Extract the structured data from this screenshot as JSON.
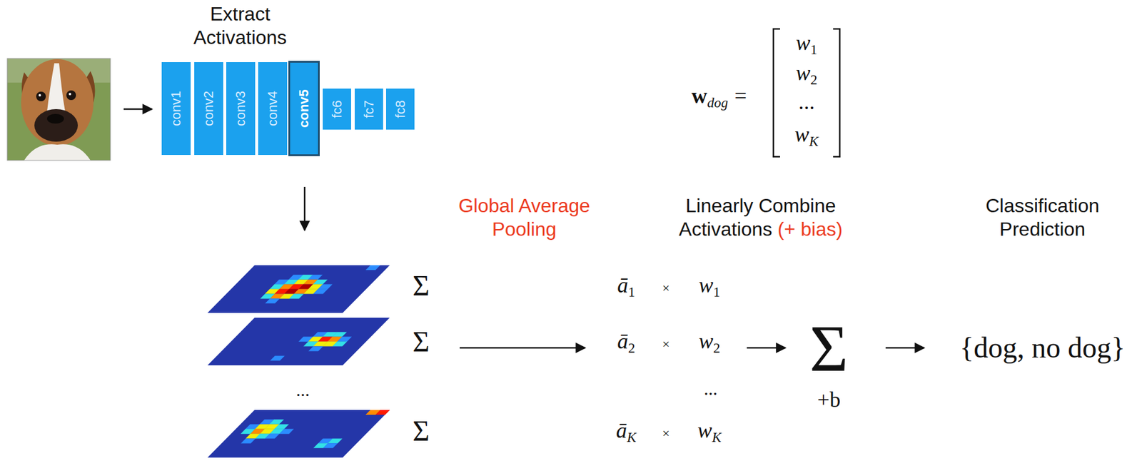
{
  "diagram": {
    "nodes": [
      {
        "text": [
          "conv1"
        ]
      },
      {
        "text": [
          "conv2"
        ]
      },
      {
        "text": [
          "conv3"
        ]
      },
      {
        "text": [
          "conv4"
        ]
      },
      {
        "text": [
          "conv5"
        ]
      },
      {
        "text": [
          "fc6"
        ]
      },
      {
        "text": [
          "fc7"
        ]
      },
      {
        "text": [
          "fc8"
        ]
      }
    ],
    "labels": [
      "Extract Activations",
      "Global Average Pooling",
      "Linearly Combine Activations",
      "(+ bias)",
      "Classification Prediction",
      "w",
      "dog",
      "=",
      "w",
      "1",
      "w",
      "2",
      "...",
      "w",
      "K",
      "Σ",
      "Σ",
      "...",
      "Σ",
      "ā",
      "1",
      "×",
      "w",
      "1",
      "ā",
      "2",
      "×",
      "w",
      "2",
      "...",
      "ā",
      "K",
      "×",
      "w",
      "K",
      "Σ",
      "+b",
      "{dog, no dog}"
    ]
  }
}
